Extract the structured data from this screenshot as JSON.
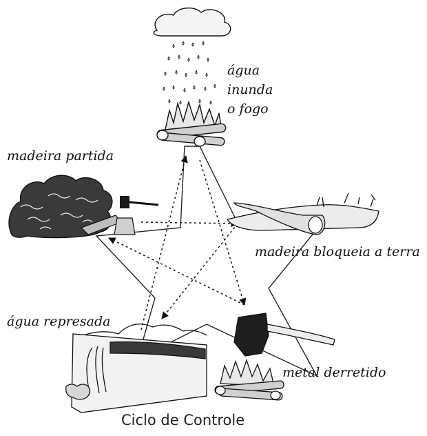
{
  "diagram": {
    "caption": "Ciclo de Controle",
    "labels": {
      "agua_inunda_1": "água",
      "agua_inunda_2": "inunda",
      "agua_inunda_3": "o fogo",
      "madeira_partida": "madeira partida",
      "madeira_bloqueia": "madeira bloqueia a terra",
      "agua_represada": "água represada",
      "metal_derretido": "metal derretido"
    },
    "nodes": [
      "fogo",
      "madeira",
      "terra",
      "água",
      "metal"
    ],
    "colors": {
      "ink": "#111111",
      "paper": "#ffffff"
    }
  }
}
